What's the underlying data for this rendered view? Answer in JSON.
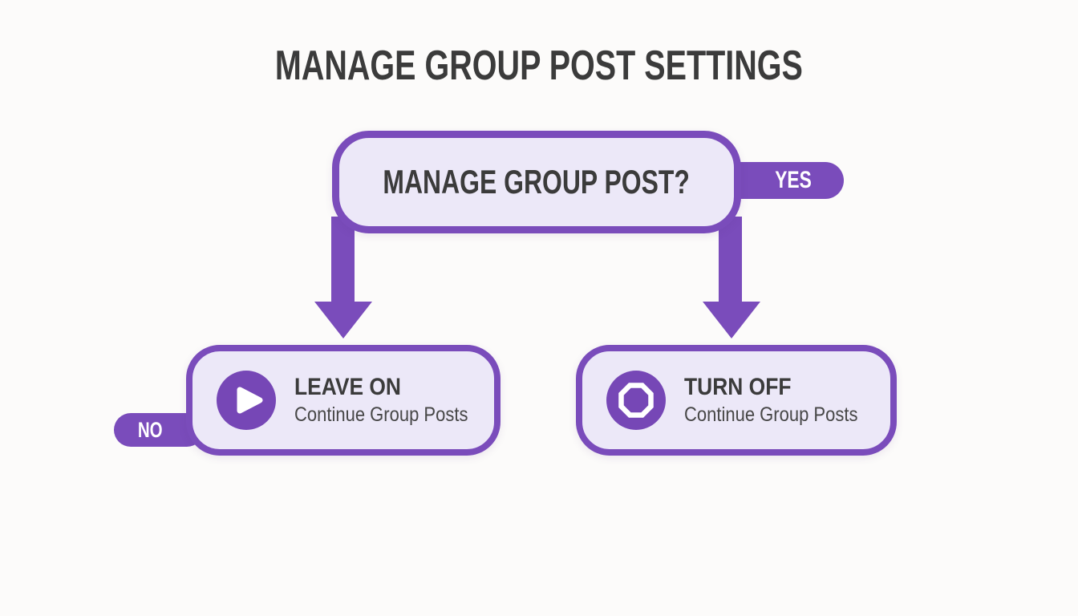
{
  "title": "MANAGE GROUP POST SETTINGS",
  "flowchart": {
    "decision_label": "MANAGE GROUP POST?",
    "yes_label": "YES",
    "no_label": "NO",
    "outcomes": [
      {
        "icon": "play-icon",
        "title": "LEAVE ON",
        "subtitle": "Continue Group Posts"
      },
      {
        "icon": "stop-icon",
        "title": "TURN OFF",
        "subtitle": "Continue Group Posts"
      }
    ]
  },
  "colors": {
    "accent_purple": "#7a4cbb",
    "node_fill": "#ece8f8",
    "heading_text": "#3b3b3b",
    "background": "#fcfbfa"
  }
}
